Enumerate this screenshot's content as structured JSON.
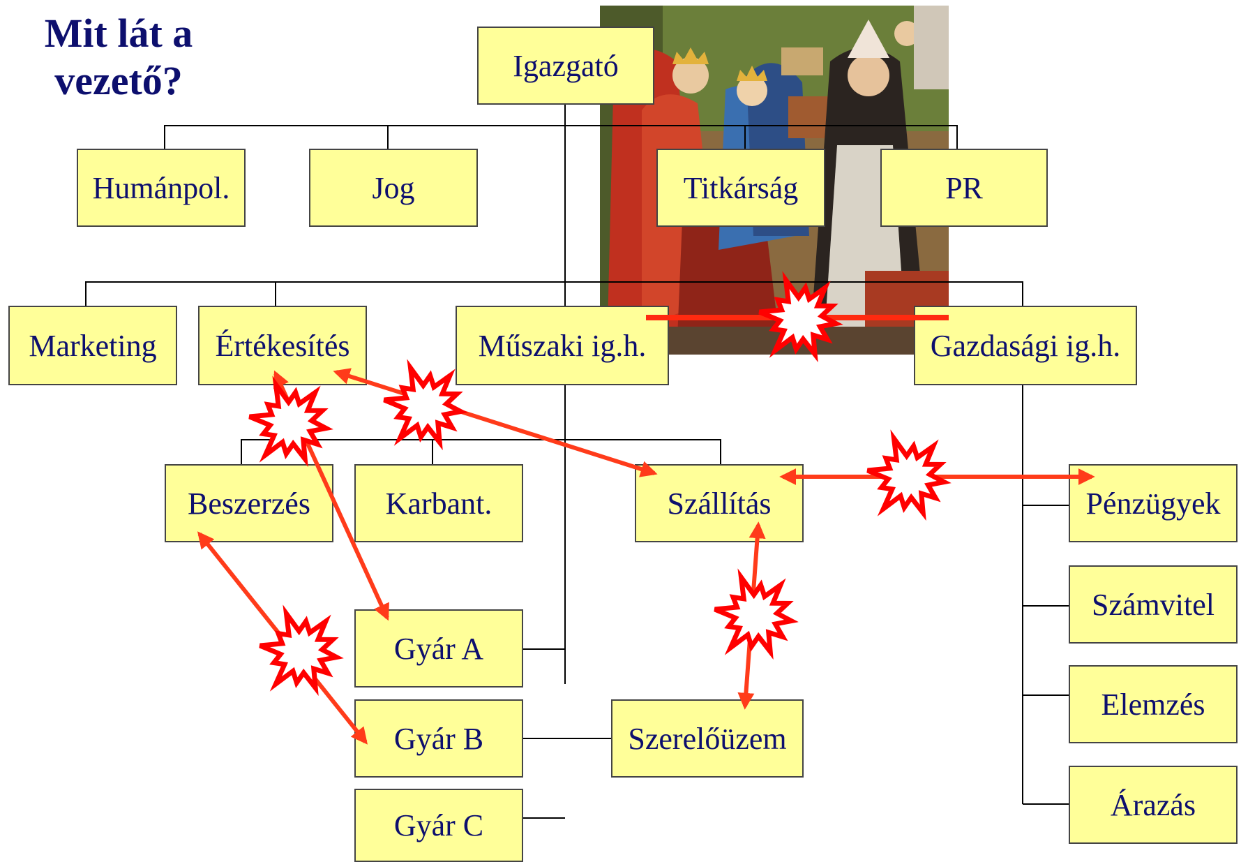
{
  "title": {
    "line1": "Mit lát a",
    "line2": "vezető?"
  },
  "nodes": {
    "igazgato": "Igazgató",
    "humanpol": "Humánpol.",
    "jog": "Jog",
    "titkarsag": "Titkárság",
    "pr": "PR",
    "marketing": "Marketing",
    "ertekesites": "Értékesítés",
    "muszaki": "Műszaki ig.h.",
    "gazdasagi": "Gazdasági ig.h.",
    "beszerzes": "Beszerzés",
    "karbant": "Karbant.",
    "szallitas": "Szállítás",
    "penzugyek": "Pénzügyek",
    "szamvitel": "Számvitel",
    "elemzes": "Elemzés",
    "arazas": "Árazás",
    "gyar_a": "Gyár A",
    "gyar_b": "Gyár B",
    "gyar_c": "Gyár C",
    "szereluzem": "Szerelőüzem"
  },
  "colors": {
    "box_fill": "#ffff99",
    "text": "#0d0f6e",
    "arrow": "#ff3b1a",
    "conflict_fill": "#ffffff",
    "conflict_stroke": "#ff0000"
  }
}
